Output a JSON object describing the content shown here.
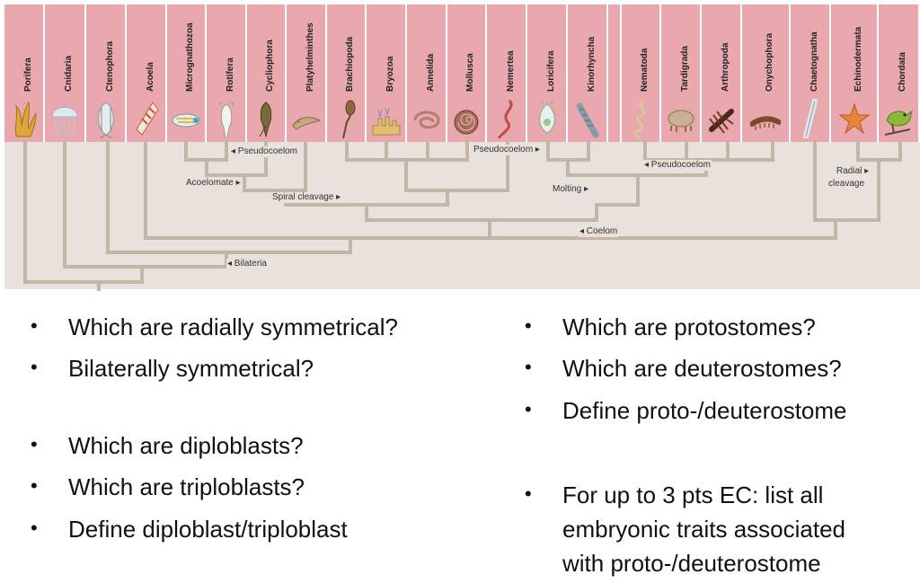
{
  "phyla": [
    "Porifera",
    "Cnidaria",
    "Ctenophora",
    "Acoela",
    "Micrognathozoa",
    "Rotifera",
    "Cycliophora",
    "Platyhelminthes",
    "Brachiopoda",
    "Bryozoa",
    "Annelida",
    "Mollusca",
    "Nemertea",
    "Loricifera",
    "Kinorhyncha",
    "Nematoda",
    "Tardigrada",
    "Arthropoda",
    "Onychophora",
    "Chaetognatha",
    "Echinodermata",
    "Chordata"
  ],
  "tree_labels": {
    "pseudocoelom_1": "◂ Pseudocoelom",
    "pseudocoelom_2": "Pseudocoelom ▸",
    "pseudocoelom_3": "◂ Pseudocoelom",
    "acoelomate": "Acoelomate ▸",
    "spiral_cleavage": "Spiral cleavage ▸",
    "molting": "Molting ▸",
    "radial_cleavage_1": "Radial ▸",
    "radial_cleavage_2": "cleavage",
    "coelom": "◂ Coelom",
    "bilateria": "◂ Bilateria"
  },
  "questions": {
    "left": [
      "Which are radially symmetrical?",
      "Bilaterally symmetrical?",
      "Which are diploblasts?",
      "Which are triploblasts?",
      "Define diploblast/triploblast"
    ],
    "right": [
      "Which are protostomes?",
      "Which are deuterostomes?",
      "Define proto-/deuterostome",
      "For up to 3 pts EC: list all",
      "embryonic traits associated",
      "with proto-/deuterostome"
    ]
  },
  "bullet_symbol": "•",
  "colors": {
    "header": "#e8a8ad",
    "tree_bg": "#e8e1dc",
    "branch": "#c4b6a6"
  }
}
